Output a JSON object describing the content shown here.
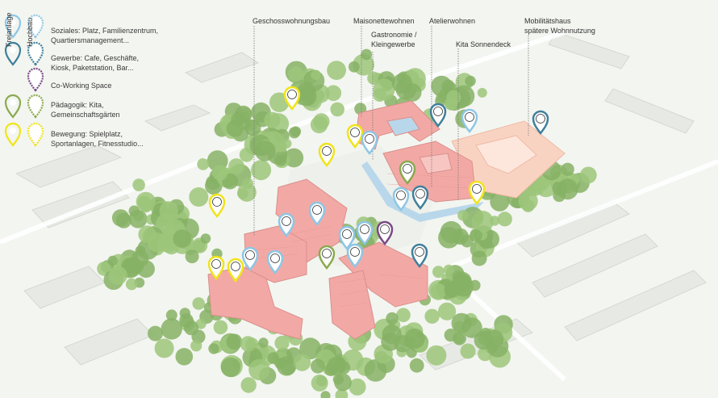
{
  "legend": {
    "headers": {
      "freianlage": "Freianlage",
      "hochbau": "Hochbau"
    },
    "items": [
      {
        "id": "soziales",
        "lines": [
          "Soziales: Platz, Familienzentrum,",
          "Quartiersmanagement..."
        ],
        "color": "#8ec6e6",
        "free": true,
        "building": true
      },
      {
        "id": "gewerbe",
        "lines": [
          "Gewerbe: Cafe, Geschäfte,",
          "Kiosk, Paketstation, Bar..."
        ],
        "color": "#3f7f9c",
        "free": true,
        "building": true
      },
      {
        "id": "coworking",
        "lines": [
          "Co-Working Space"
        ],
        "color": "#7a4a86",
        "free": false,
        "building": true
      },
      {
        "id": "paedagogik",
        "lines": [
          "Pädagogik: Kita,",
          "Gemeinschaftsgärten"
        ],
        "color": "#8aaa4f",
        "free": true,
        "building": true
      },
      {
        "id": "bewegung",
        "lines": [
          "Bewegung: Spielplatz,",
          "Sportanlagen, Fitnesstudio..."
        ],
        "color": "#f0e419",
        "free": true,
        "building": true
      }
    ]
  },
  "labels": {
    "geschoss": "Geschosswohnungsbau",
    "maisonette": "Maisonettewohnen",
    "gastronomie": [
      "Gastronomie /",
      "Kleingewerbe"
    ],
    "atelier": "Atelierwohnen",
    "kita": "Kita Sonnendeck",
    "mobilitaet": [
      "Mobilitätshaus",
      "spätere Wohnnutzung"
    ]
  },
  "colors": {
    "background": "#f4f6f1",
    "tree": "#9cc57a",
    "tree_dark": "#86b265",
    "building_main": "#f2a9a5",
    "building_roof": "#f7c6c2",
    "building_mobility": "#f9d3c2",
    "building_context": "#e6e9e3",
    "plaza": "#eef0eb",
    "water": "#b9d7ea"
  }
}
